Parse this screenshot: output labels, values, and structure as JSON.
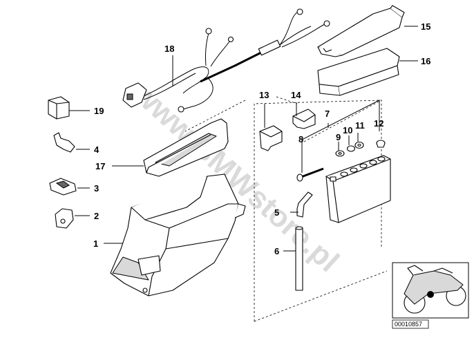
{
  "callouts": [
    {
      "id": "p1",
      "label": "1"
    },
    {
      "id": "p2",
      "label": "2"
    },
    {
      "id": "p3",
      "label": "3"
    },
    {
      "id": "p4",
      "label": "4"
    },
    {
      "id": "p5",
      "label": "5"
    },
    {
      "id": "p6",
      "label": "6"
    },
    {
      "id": "p7",
      "label": "7"
    },
    {
      "id": "p8",
      "label": "8"
    },
    {
      "id": "p9",
      "label": "9"
    },
    {
      "id": "p10",
      "label": "10"
    },
    {
      "id": "p11",
      "label": "11"
    },
    {
      "id": "p12",
      "label": "12"
    },
    {
      "id": "p13",
      "label": "13"
    },
    {
      "id": "p14",
      "label": "14"
    },
    {
      "id": "p15",
      "label": "15"
    },
    {
      "id": "p16",
      "label": "16"
    },
    {
      "id": "p17",
      "label": "17"
    },
    {
      "id": "p18",
      "label": "18"
    },
    {
      "id": "p19",
      "label": "19"
    }
  ],
  "watermark": "www.BMWstore.pl",
  "diagram_number": "00010857"
}
